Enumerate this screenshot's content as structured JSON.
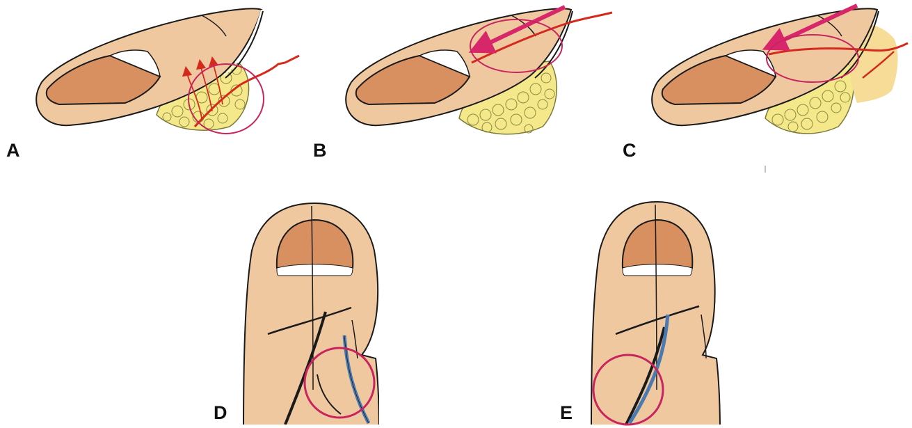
{
  "panels": [
    {
      "label": "A"
    },
    {
      "label": "B"
    },
    {
      "label": "C"
    },
    {
      "label": "D"
    },
    {
      "label": "E"
    }
  ],
  "colors": {
    "skin": "#efc8a0",
    "nail": "#d89060",
    "fat": "#f4e88a",
    "outline": "#1a1a1a",
    "nerve": "#d42a1e",
    "arrow": "#d8266a",
    "circle": "#c8245e",
    "incision": "#4a7ab0",
    "flap": "#f6dc96"
  }
}
